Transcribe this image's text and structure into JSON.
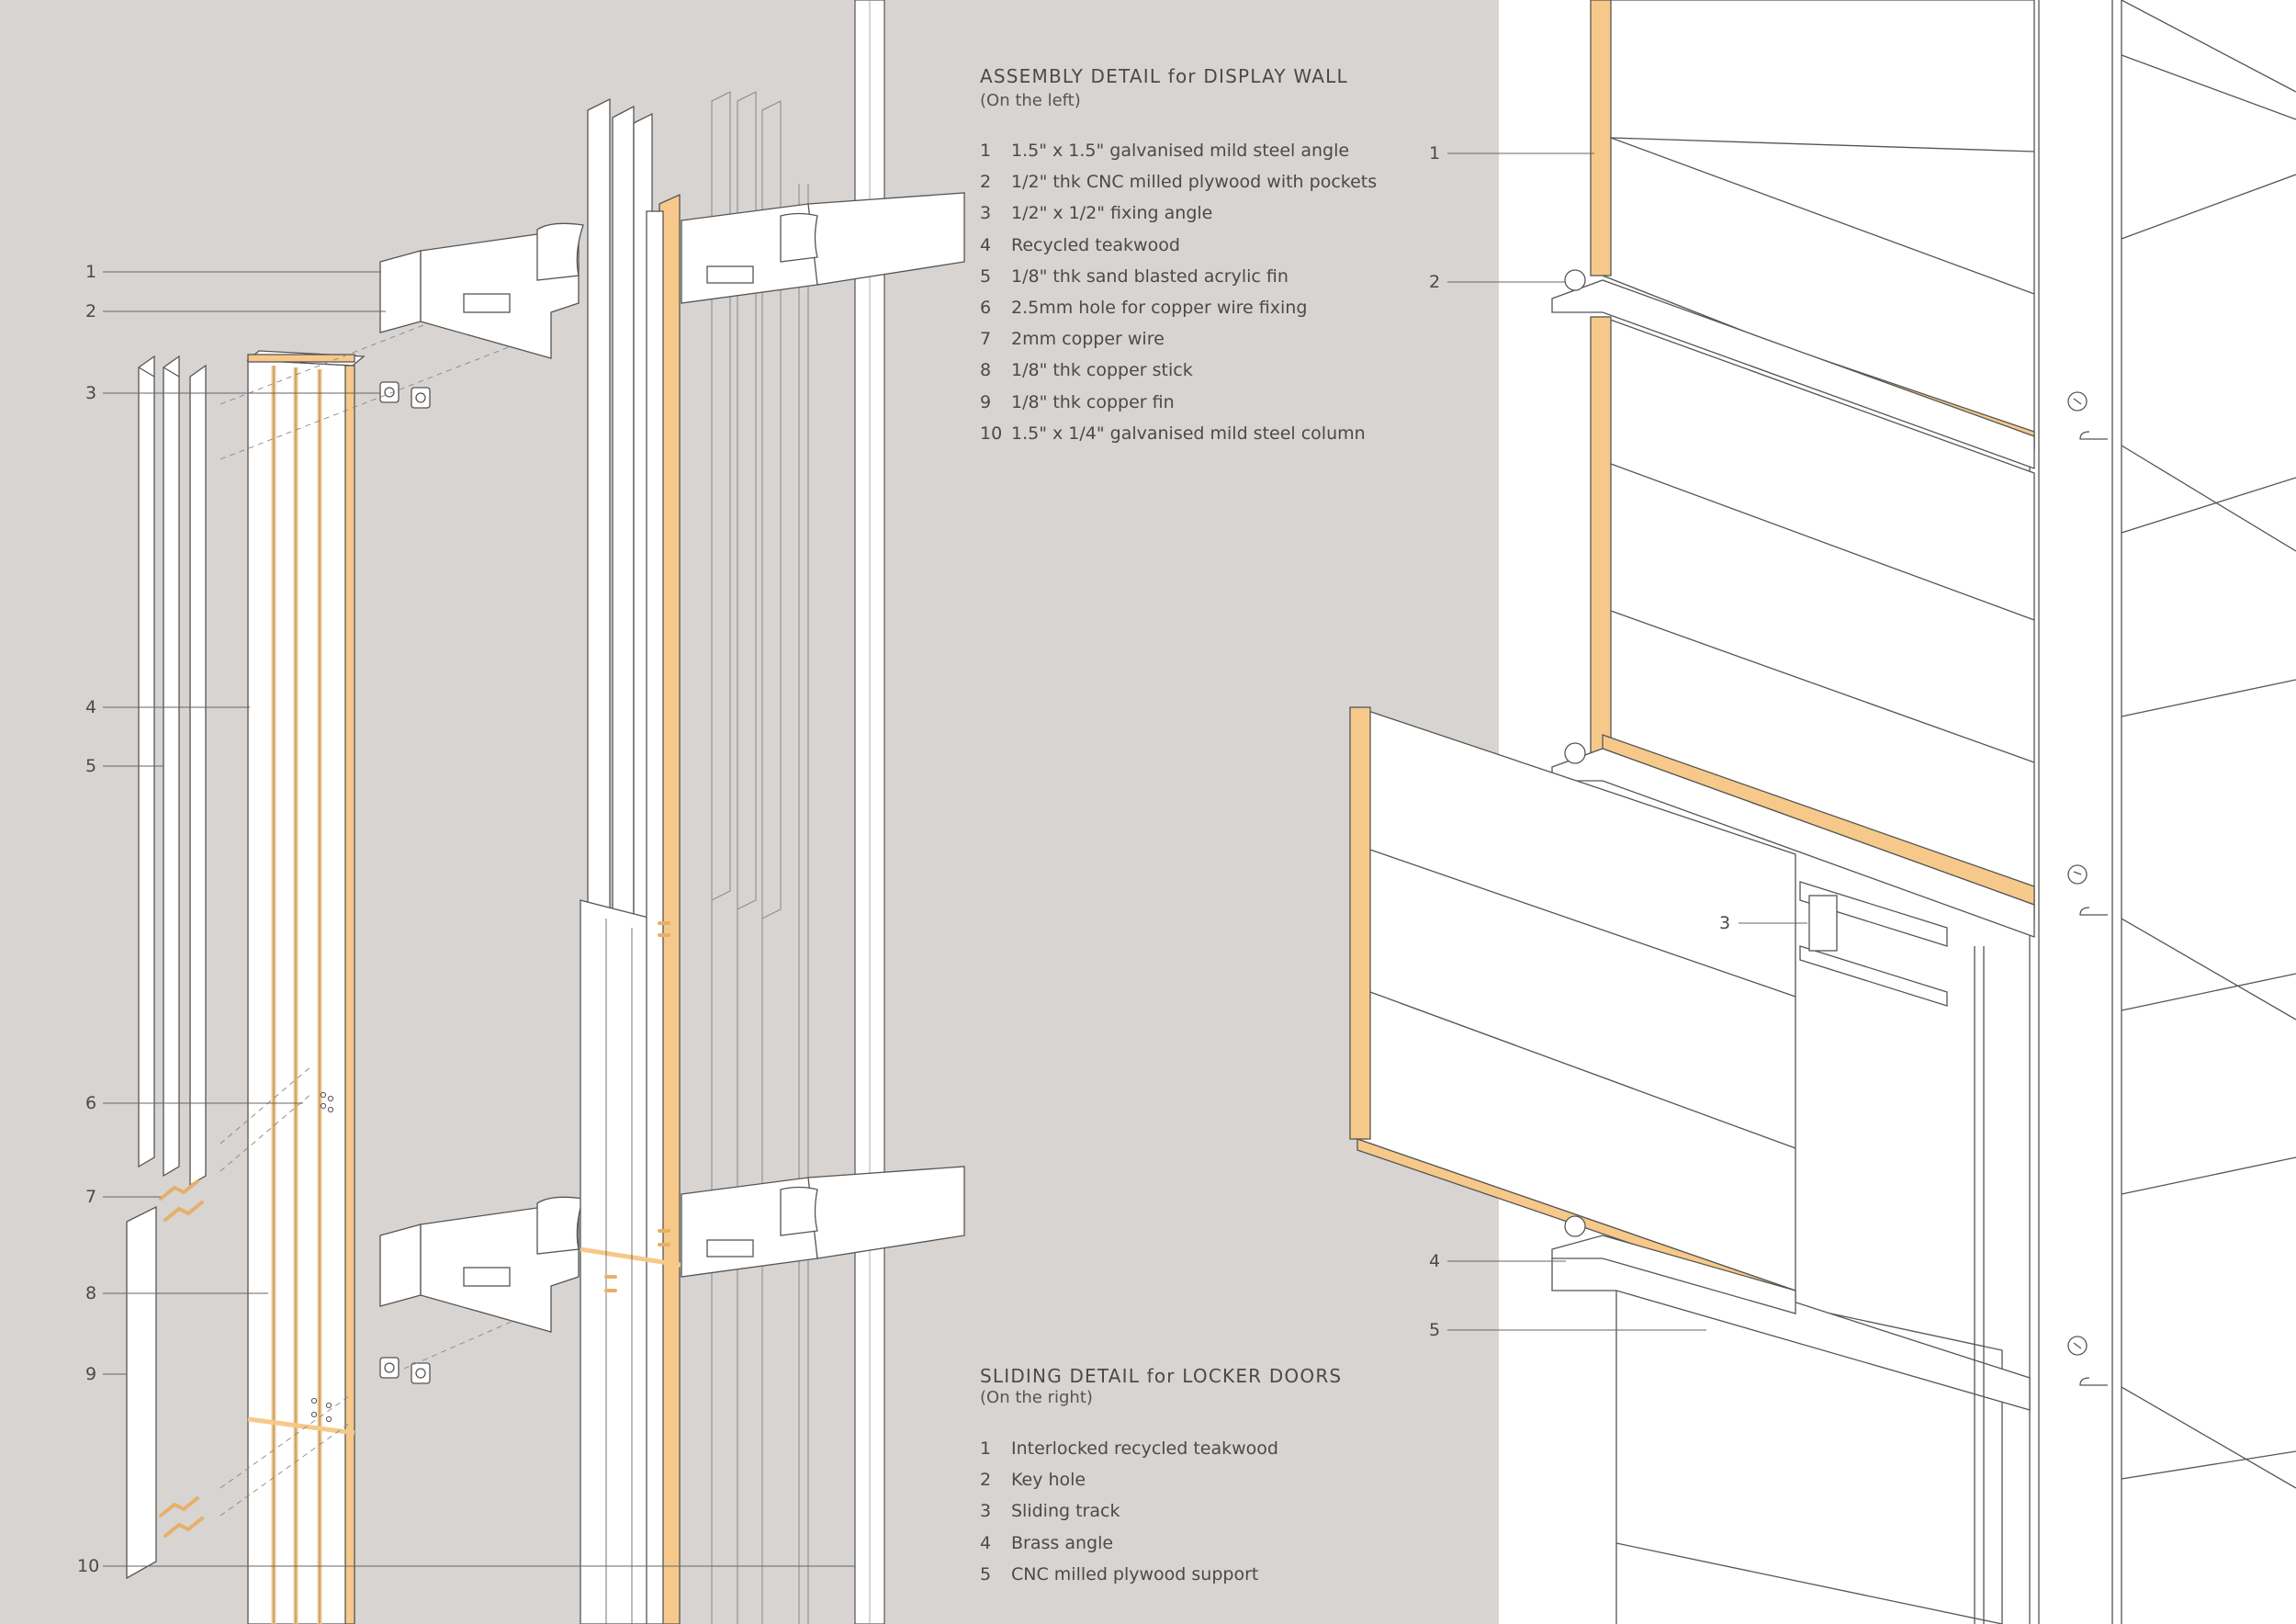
{
  "colors": {
    "background": "#d7d4d2",
    "panel": "#ffffff",
    "line": "#555555",
    "wood": "#f6c98a",
    "copper": "#e6b06a",
    "text": "#4a4a4a"
  },
  "assembly": {
    "title": "ASSEMBLY DETAIL for DISPLAY WALL",
    "subtitle": "(On the left)",
    "items": [
      {
        "num": "1",
        "label": "1.5\" x 1.5\" galvanised mild steel angle"
      },
      {
        "num": "2",
        "label": "1/2\" thk CNC milled plywood with pockets"
      },
      {
        "num": "3",
        "label": "1/2\" x 1/2\" fixing angle"
      },
      {
        "num": "4",
        "label": "Recycled teakwood"
      },
      {
        "num": "5",
        "label": "1/8\" thk sand blasted acrylic fin"
      },
      {
        "num": "6",
        "label": "2.5mm hole for copper wire fixing"
      },
      {
        "num": "7",
        "label": "2mm copper wire"
      },
      {
        "num": "8",
        "label": "1/8\" thk copper stick"
      },
      {
        "num": "9",
        "label": "1/8\" thk copper fin"
      },
      {
        "num": "10",
        "label": "1.5\" x 1/4\" galvanised mild steel column"
      }
    ],
    "callouts": [
      "1",
      "2",
      "3",
      "4",
      "5",
      "6",
      "7",
      "8",
      "9",
      "10"
    ]
  },
  "sliding": {
    "title": "SLIDING DETAIL for LOCKER DOORS",
    "subtitle": "(On the right)",
    "items": [
      {
        "num": "1",
        "label": "Interlocked recycled teakwood"
      },
      {
        "num": "2",
        "label": "Key hole"
      },
      {
        "num": "3",
        "label": "Sliding track"
      },
      {
        "num": "4",
        "label": "Brass angle"
      },
      {
        "num": "5",
        "label": "CNC milled plywood support"
      }
    ],
    "callouts": [
      "1",
      "2",
      "3",
      "4",
      "5"
    ]
  }
}
